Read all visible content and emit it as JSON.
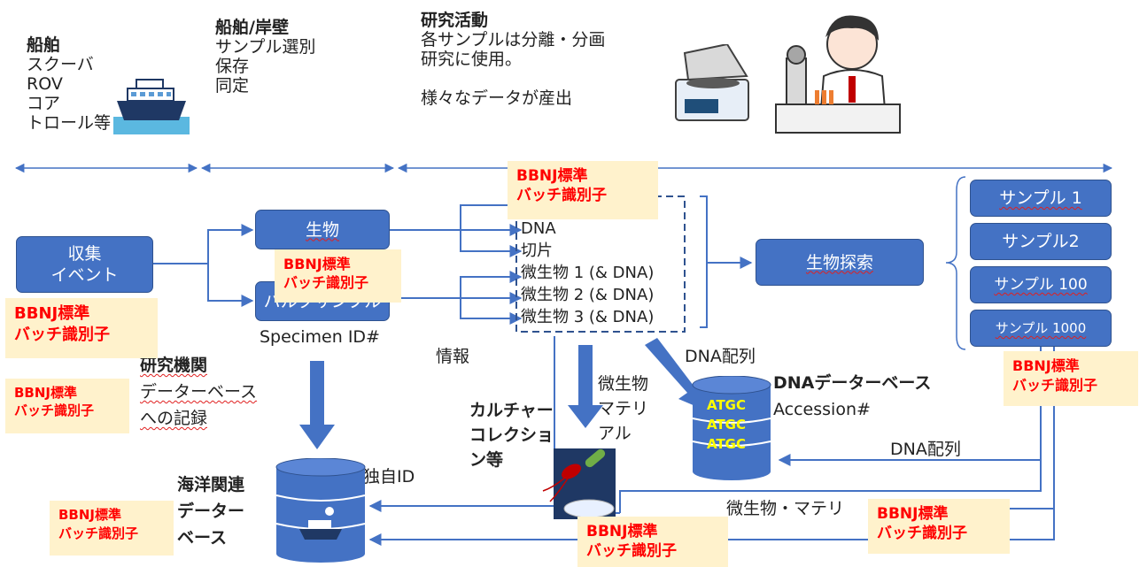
{
  "stages": {
    "ship": {
      "title": "船舶",
      "lines": [
        "スクーバ",
        "ROV",
        "コア",
        "トロール等"
      ]
    },
    "quay": {
      "title": "船舶/岸壁",
      "lines": [
        "サンプル選別",
        "保存",
        "同定"
      ]
    },
    "research": {
      "title": "研究活動",
      "lines": [
        "各サンプルは分離・分画",
        "研究に使用。",
        "",
        "様々なデータが産出"
      ]
    }
  },
  "boxes": {
    "collection_event": [
      "収集",
      "イベント"
    ],
    "organism": "生物",
    "bulk_sample": "バルクサンプル",
    "exploration": "生物探索",
    "samples": [
      "サンプル 1",
      "サンプル2",
      "サンプル 100",
      "サンプル 1000"
    ]
  },
  "fractions": [
    "DNA",
    "切片",
    "微生物 1 (& DNA)",
    "微生物 2 (& DNA)",
    "微生物 3 (& DNA)"
  ],
  "labels": {
    "specimen_id": "Specimen ID#",
    "info": "情報",
    "dna_seq_top": "DNA配列",
    "dna_db_title": "DNAデーターベース",
    "accession": "Accession#",
    "dna_seq_right": "DNA配列",
    "microbe_material_vertical": [
      "微生物",
      "マテリ",
      "アル"
    ],
    "culture_collection": [
      "カルチャー",
      "コレクショ",
      "ン等"
    ],
    "institution": [
      "研究機関",
      "データーベース",
      "への記録"
    ],
    "unique_id": "独自ID",
    "marine_db": [
      "海洋関連",
      "データー",
      "ベース"
    ],
    "microbe_material_bottom": "微生物・マテリ"
  },
  "cylinder_text": [
    "ATGC",
    "ATGC",
    "ATGC"
  ],
  "bbnj": [
    "BBNJ標準",
    "バッチ識別子"
  ],
  "colors": {
    "box_fill": "#4472c4",
    "arrow": "#4472c4",
    "note_bg": "#fff2cc",
    "note_text": "#ff0000"
  }
}
